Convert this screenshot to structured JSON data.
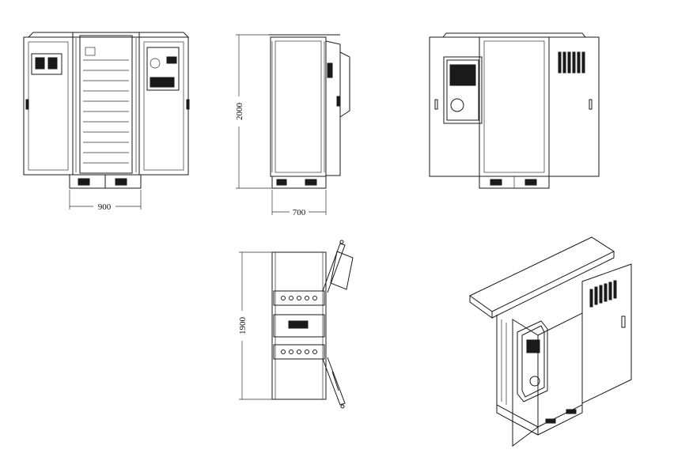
{
  "dimensions": {
    "front_width": "900",
    "side_height": "2000",
    "side_depth": "700",
    "top_height": "1900"
  },
  "colors": {
    "line": "#1a1a1a",
    "background": "#ffffff"
  }
}
